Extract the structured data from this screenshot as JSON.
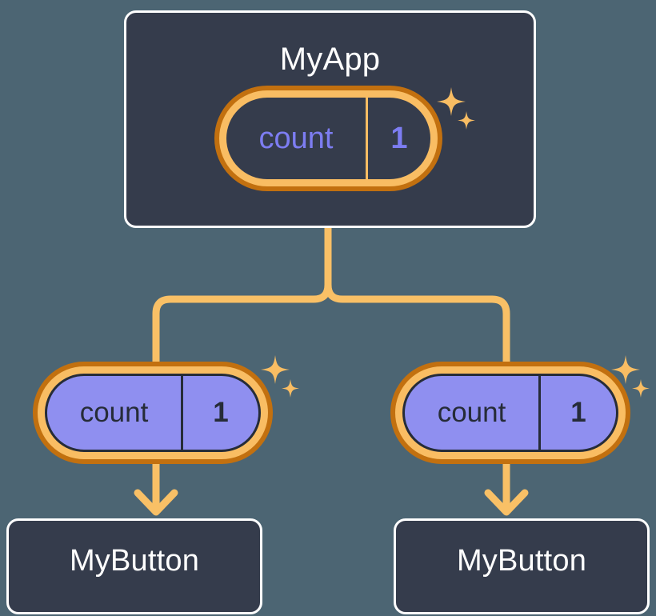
{
  "diagram": {
    "title_semantic": "signal-propagation-component-tree",
    "colors": {
      "page_background": "#4c6573",
      "card_background": "#353c4c",
      "card_border": "#ffffff",
      "connector": "#f9c066",
      "pill_ring_outer": "#c2700f",
      "pill_ring_inner": "#f9bd63",
      "pill_fill": "#8f8ff0",
      "pill_text_dark": "#262c38",
      "pill_text_purple": "#7d7df2",
      "sparkle": "#f9bd63"
    }
  },
  "nodes": {
    "root": {
      "label": "MyApp",
      "signal": {
        "name": "count",
        "value": "1",
        "style": "hollow"
      },
      "sparkle": "sparkle-icon"
    },
    "children": [
      {
        "label": "MyButton",
        "signal": {
          "name": "count",
          "value": "1",
          "style": "filled"
        },
        "sparkle": "sparkle-icon"
      },
      {
        "label": "MyButton",
        "signal": {
          "name": "count",
          "value": "1",
          "style": "filled"
        },
        "sparkle": "sparkle-icon"
      }
    ]
  }
}
